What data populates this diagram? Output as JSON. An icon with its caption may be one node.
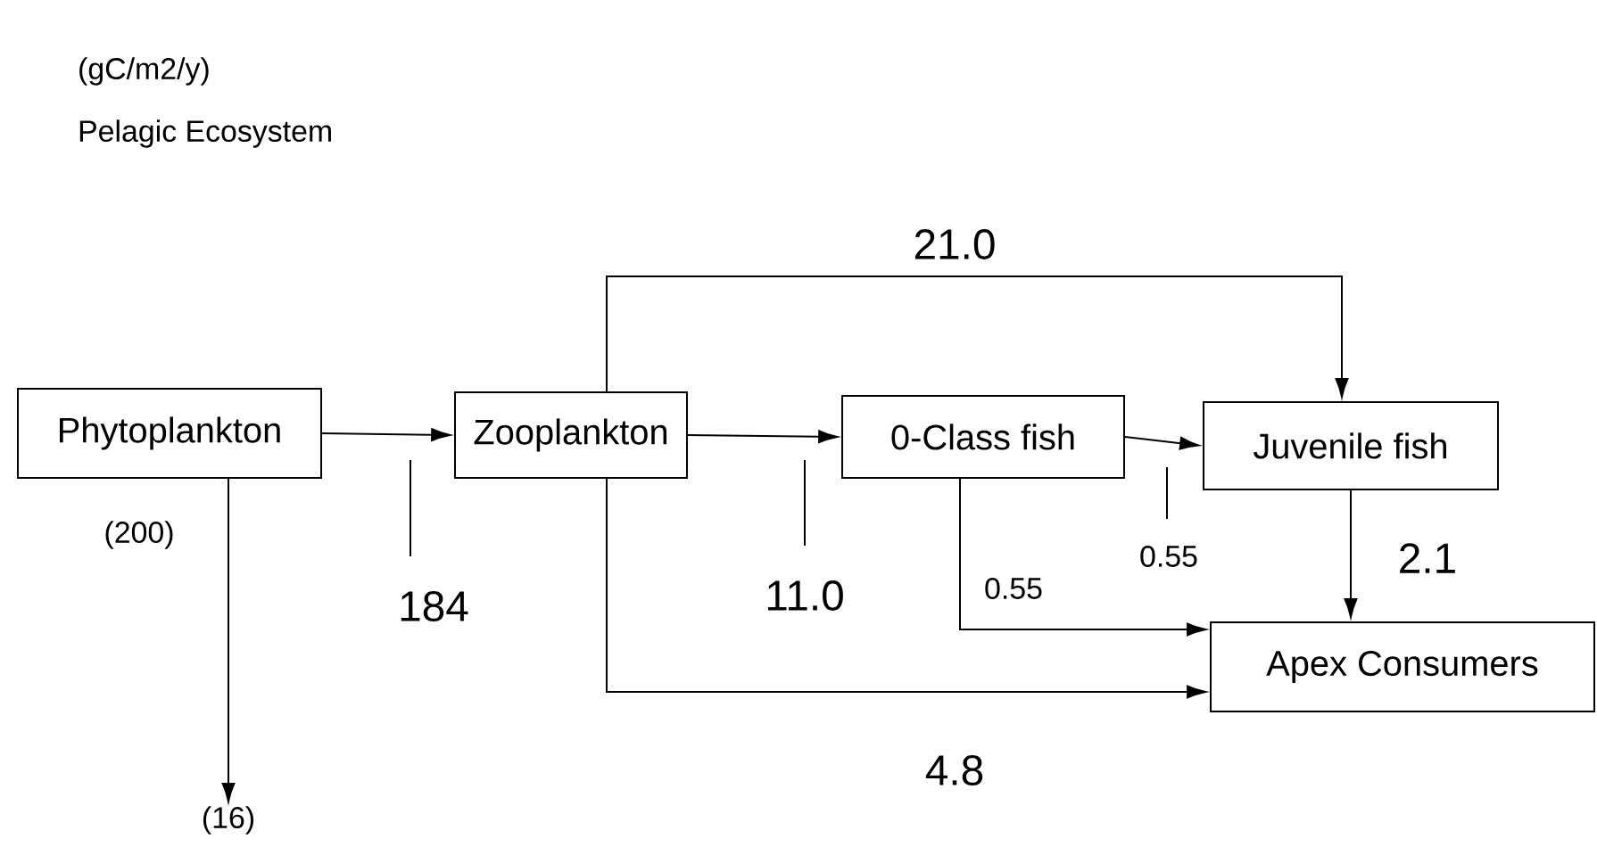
{
  "diagram": {
    "title": "Pelagic Ecosystem",
    "nodes": [
      {
        "text": [
          "Phytoplankton"
        ],
        "beside": [
          "(200)"
        ]
      },
      {
        "text": [
          "Zooplankton"
        ]
      },
      {
        "text": [
          "0-Class fish"
        ]
      },
      {
        "text": [
          "Juvenile fish"
        ]
      },
      {
        "text": [
          "Apex Consumers"
        ]
      },
      {
        "text": [
          "(16)"
        ]
      }
    ],
    "edges": [
      {
        "from": 0,
        "to": 1,
        "arrow": "to",
        "label": "184"
      },
      {
        "from": 1,
        "to": 2,
        "arrow": "to",
        "label": "11.0"
      },
      {
        "from": 2,
        "to": 3,
        "arrow": "to",
        "label": "0.55"
      },
      {
        "from": 1,
        "to": 3,
        "arrow": "to",
        "label": "21.0"
      },
      {
        "from": 3,
        "to": 4,
        "arrow": "to",
        "label": "2.1"
      },
      {
        "from": 2,
        "to": 4,
        "arrow": "to",
        "label": "0.55"
      },
      {
        "from": 1,
        "to": 4,
        "arrow": "to",
        "label": "4.8"
      },
      {
        "from": 0,
        "to": 5,
        "arrow": "to"
      }
    ],
    "labels": [
      "(gC/m2/y)"
    ]
  }
}
